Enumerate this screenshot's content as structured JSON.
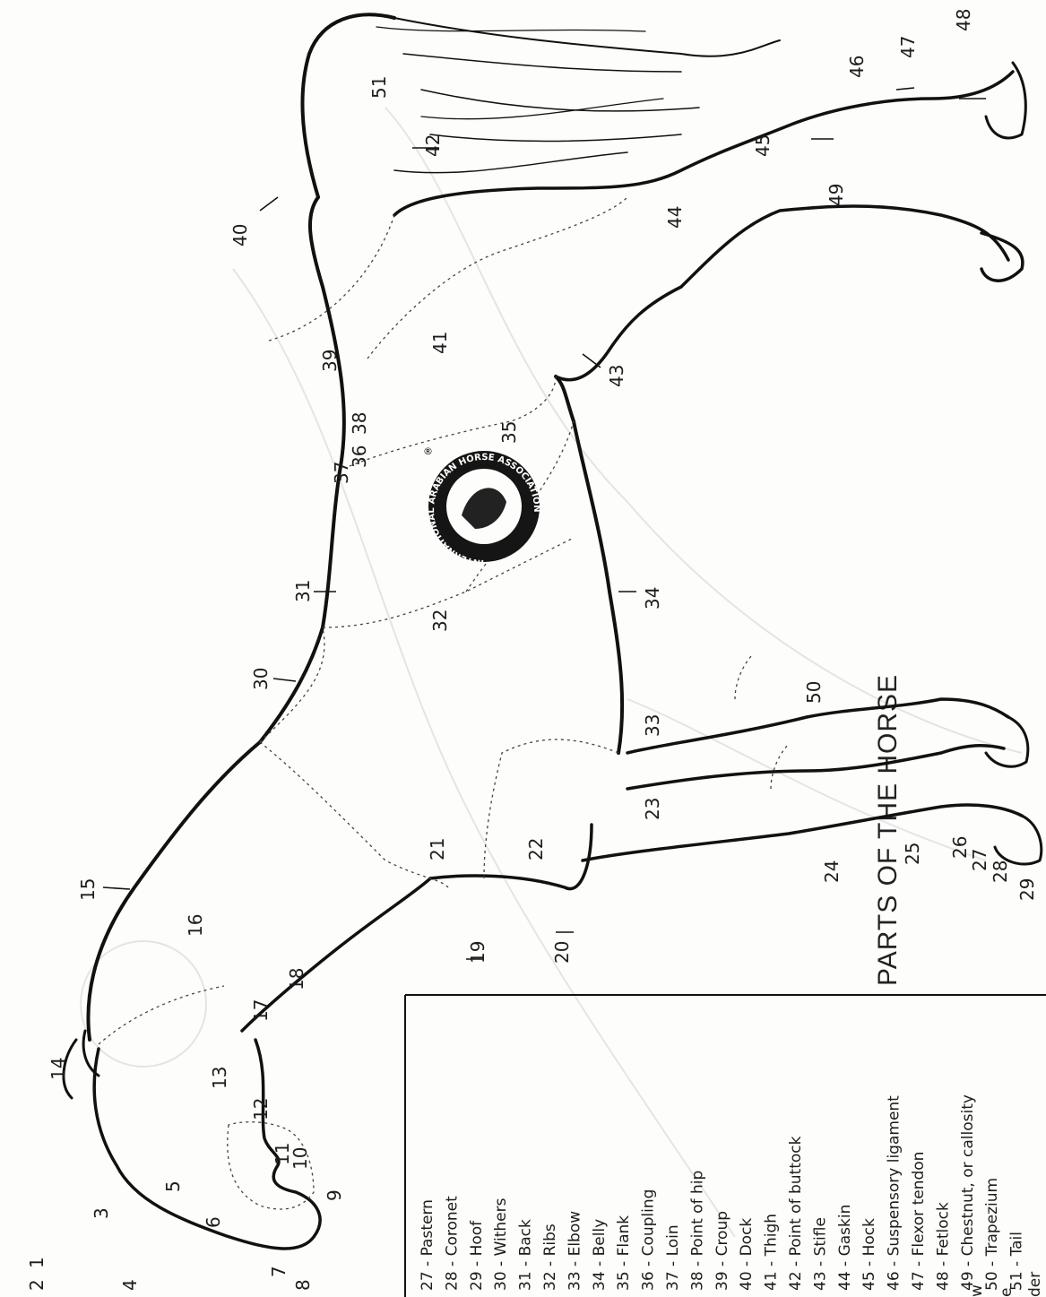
{
  "title": "PARTS OF THE HORSE",
  "logo": {
    "ring_text": "INTERNATIONAL ARABIAN HORSE ASSOCIATION",
    "mark": "®"
  },
  "callouts": {
    "n1": "1",
    "n2": "2",
    "n3": "3",
    "n4": "4",
    "n5": "5",
    "n6": "6",
    "n7": "7",
    "n8": "8",
    "n9": "9",
    "n10": "10",
    "n11": "11",
    "n12": "12",
    "n13": "13",
    "n14": "14",
    "n15": "15",
    "n16": "16",
    "n17": "17",
    "n18": "18",
    "n19": "19",
    "n20": "20",
    "n21": "21",
    "n22": "22",
    "n23": "23",
    "n24": "24",
    "n25": "25",
    "n26": "26",
    "n27": "27",
    "n28": "28",
    "n29": "29",
    "n30": "30",
    "n31": "31",
    "n32": "32",
    "n33": "33",
    "n34": "34",
    "n35": "35",
    "n36": "36",
    "n37": "37",
    "n38": "38",
    "n39": "39",
    "n40": "40",
    "n41": "41",
    "n42": "42",
    "n43": "43",
    "n44": "44",
    "n45": "45",
    "n46": "46",
    "n47": "47",
    "n48": "48",
    "n49": "49",
    "n50": "50",
    "n51": "51"
  },
  "legend": [
    "27 - Pastern",
    "28 - Coronet",
    "29 - Hoof",
    "30 - Withers",
    "31 - Back",
    "32 - Ribs",
    "33 - Elbow",
    "34 - Belly",
    "35 - Flank",
    "36 - Coupling",
    "37 - Loin",
    "38 - Point of hip",
    "39 - Croup",
    "40 - Dock",
    "41 - Thigh",
    "42 - Point of buttock",
    "43 - Stifle",
    "44 - Gaskin",
    "45 - Hock",
    "46 - Suspensory ligament",
    "47 - Flexor tendon",
    "48 - Fetlock",
    "49 - Chestnut, or callosity",
    "50 - Trapezium",
    "51 - Tail"
  ],
  "legend_prev_fragments": [
    "w",
    "e",
    "der"
  ]
}
